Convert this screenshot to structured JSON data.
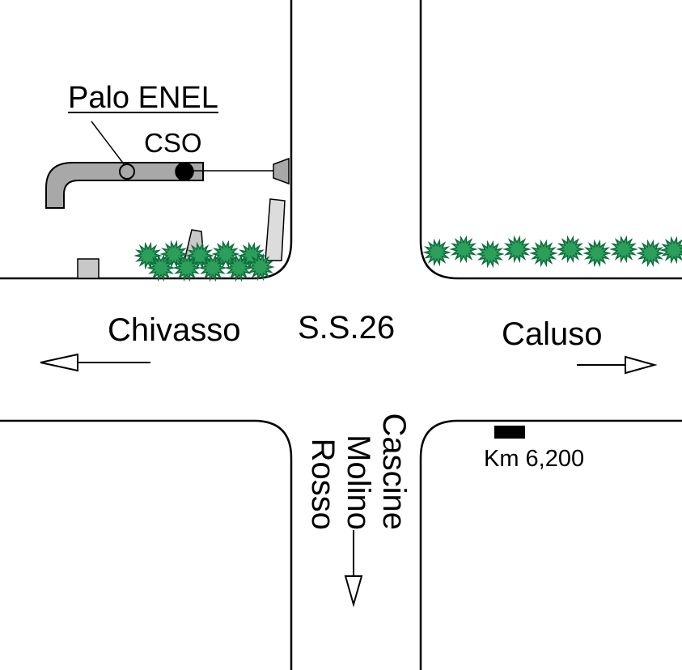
{
  "map": {
    "labels": {
      "palo_enel": "Palo ENEL",
      "cso": "CSO",
      "chivasso": "Chivasso",
      "ss26": "S.S.26",
      "caluso": "Caluso",
      "cascine_line1": "Cascine",
      "cascine_line2": "Molino",
      "cascine_line3": "Rosso",
      "km_marker": "Km 6,200"
    },
    "colors": {
      "road_stroke": "#000000",
      "bush_fill": "#2ca05a",
      "bush_stroke": "#0e6e3e",
      "structure_fill": "#a8a8a8",
      "structure_mid": "#c8c8c8",
      "structure_light": "#dcdcdc",
      "marker_fill": "#000000",
      "arrow_fill": "#ffffff"
    }
  }
}
